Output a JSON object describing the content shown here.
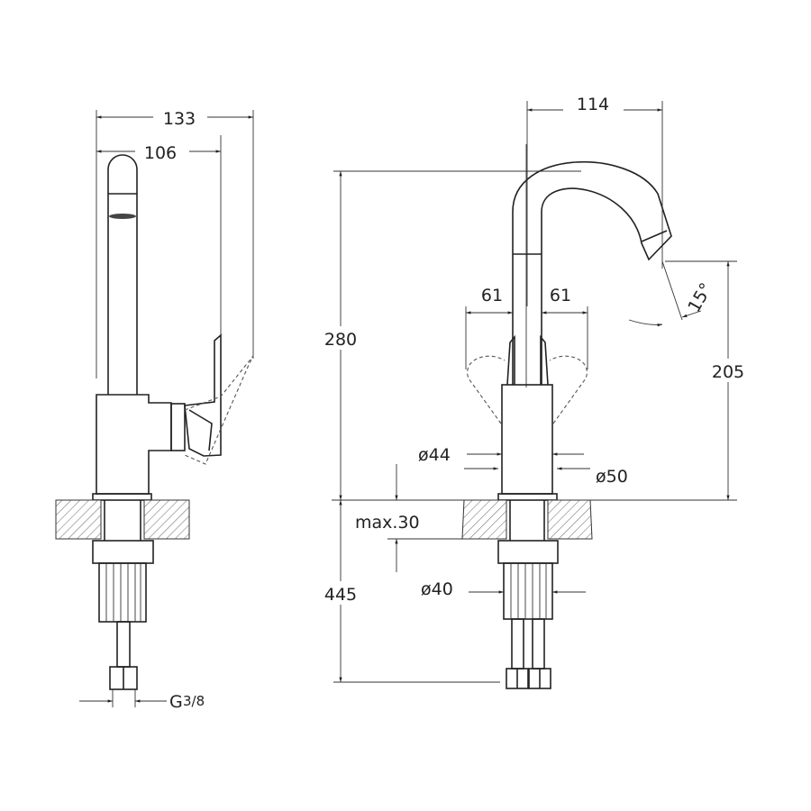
{
  "side_view": {
    "overall_depth": "133",
    "lever_depth": "106",
    "connection_thread": "G",
    "connection_size": "3/8"
  },
  "front_view": {
    "spout_reach": "114",
    "overall_height": "280",
    "spout_outlet_height": "205",
    "below_counter_length": "445",
    "lever_swing_left": "61",
    "lever_swing_right": "61",
    "spout_angle": "15°",
    "body_diameter_upper": "ø44",
    "body_diameter_base": "ø50",
    "max_counter_thickness": "max.30",
    "mounting_diameter": "ø40"
  }
}
